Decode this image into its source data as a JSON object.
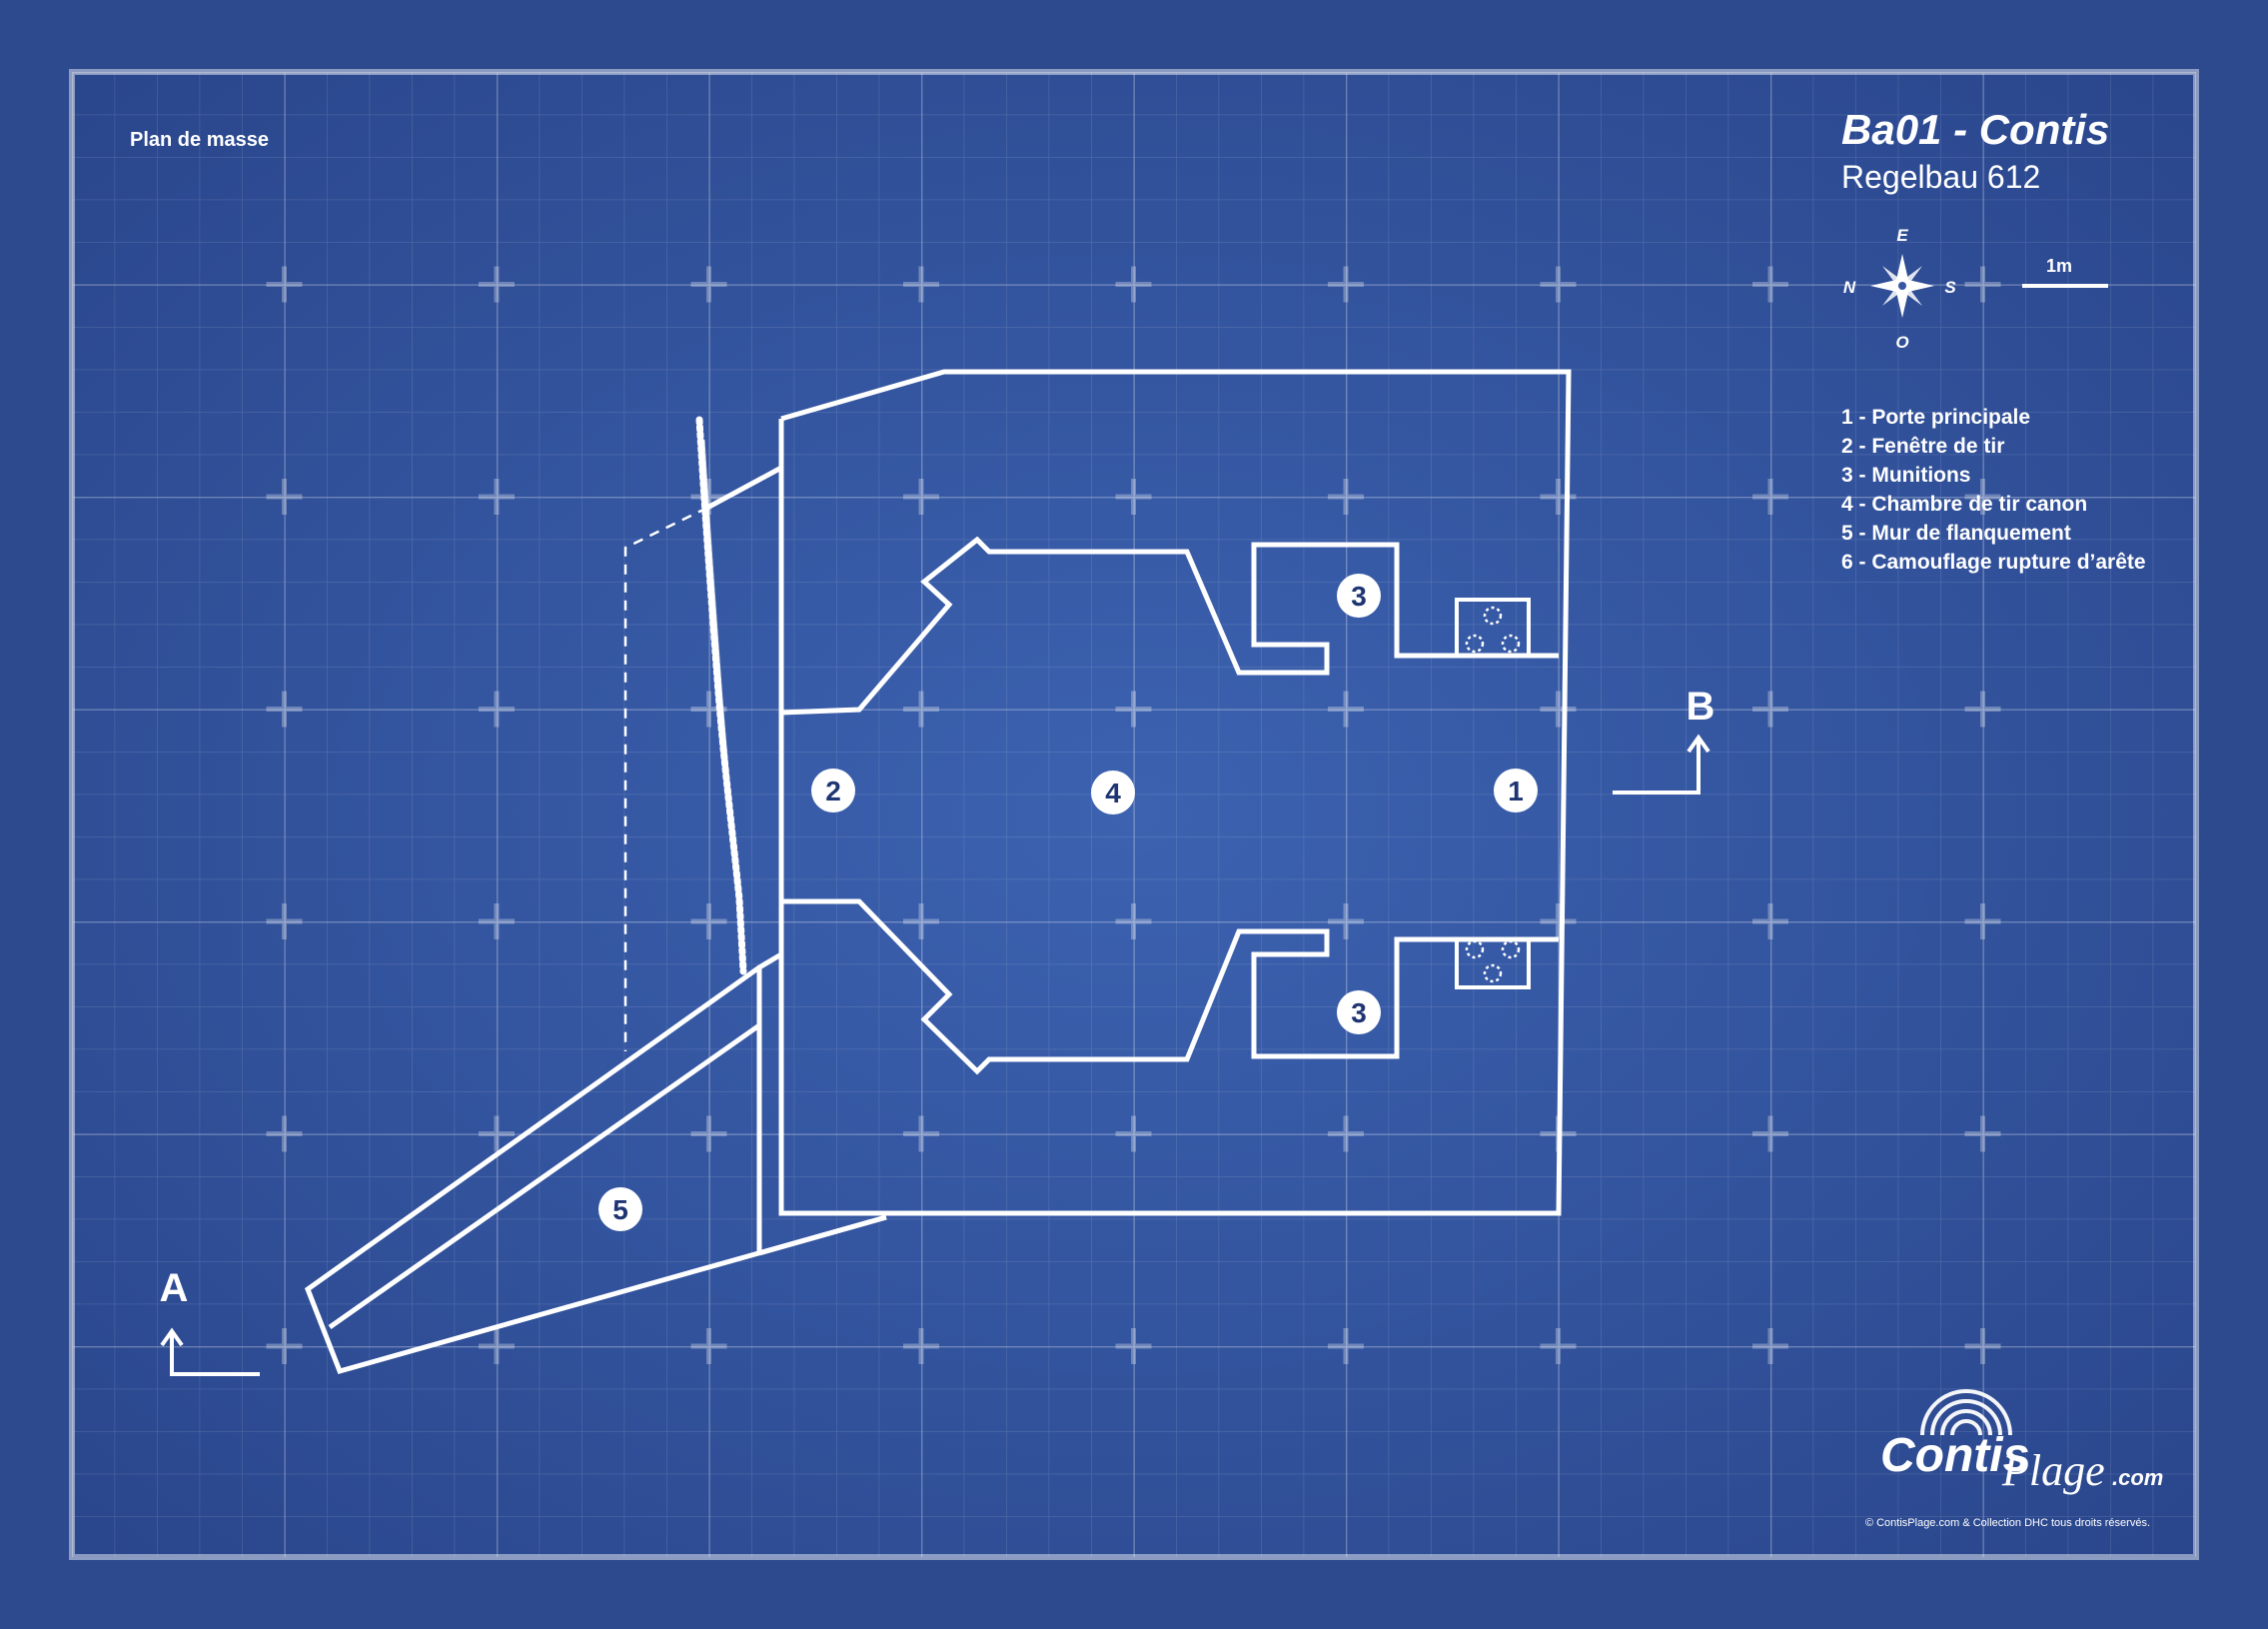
{
  "colors": {
    "background": "#2d4a8e",
    "paper": "#3658a3",
    "line": "#ffffff",
    "marker_text": "#1f3573"
  },
  "header": {
    "section_label": "Plan de masse",
    "title": "Ba01 - Contis",
    "subtitle": "Regelbau 612"
  },
  "compass": {
    "north": "N",
    "east": "E",
    "south": "S",
    "west": "O"
  },
  "scale": {
    "label": "1m"
  },
  "legend": [
    "1 - Porte principale",
    "2 - Fenêtre de tir",
    "3 - Munitions",
    "4 - Chambre de tir canon",
    "5 - Mur de flanquement",
    "6 - Camouflage rupture d’arête"
  ],
  "markers": {
    "porte_principale": "1",
    "fenetre_de_tir": "2",
    "munitions_top": "3",
    "munitions_bottom": "3",
    "chambre_de_tir": "4",
    "mur_de_flanquement": "5"
  },
  "sections": {
    "a": "A",
    "b": "B"
  },
  "logo": {
    "text_main": "Contis",
    "text_sub": "Plage",
    "text_domain": ".com"
  },
  "footer": {
    "copyright": "© ContisPlage.com & Collection DHC tous droits réservés."
  },
  "icons": [
    "compass-rose-icon",
    "section-arrow-icon",
    "ammo-rack-icon",
    "logo-waves-icon"
  ]
}
